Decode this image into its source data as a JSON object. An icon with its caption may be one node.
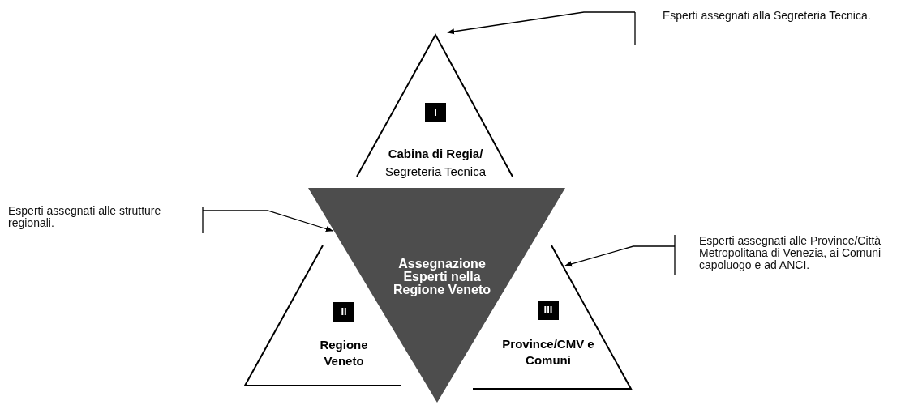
{
  "diagram": {
    "nodes": [
      {
        "text": [
          "Assegnazione Esperti nella Regione Veneto"
        ]
      },
      {
        "text": [
          "I",
          "**Cabina di Regia/** Segreteria Tecnica"
        ]
      },
      {
        "text": [
          "II",
          "Regione Veneto"
        ]
      },
      {
        "text": [
          "III",
          "Province/CMV e Comuni"
        ]
      },
      {
        "text": [
          "Esperti assegnati alla Segreteria Tecnica."
        ]
      },
      {
        "text": [
          "Esperti assegnati alle strutture regionali."
        ]
      },
      {
        "text": [
          "Esperti assegnati alle Province/Città Metropolitana di Venezia, ai Comuni capoluogo e ad ANCI."
        ]
      }
    ],
    "edges": [
      {
        "from": 4,
        "to": 1,
        "arrow": "to"
      },
      {
        "from": 5,
        "to": 2,
        "arrow": "to"
      },
      {
        "from": 6,
        "to": 3,
        "arrow": "to"
      }
    ]
  }
}
